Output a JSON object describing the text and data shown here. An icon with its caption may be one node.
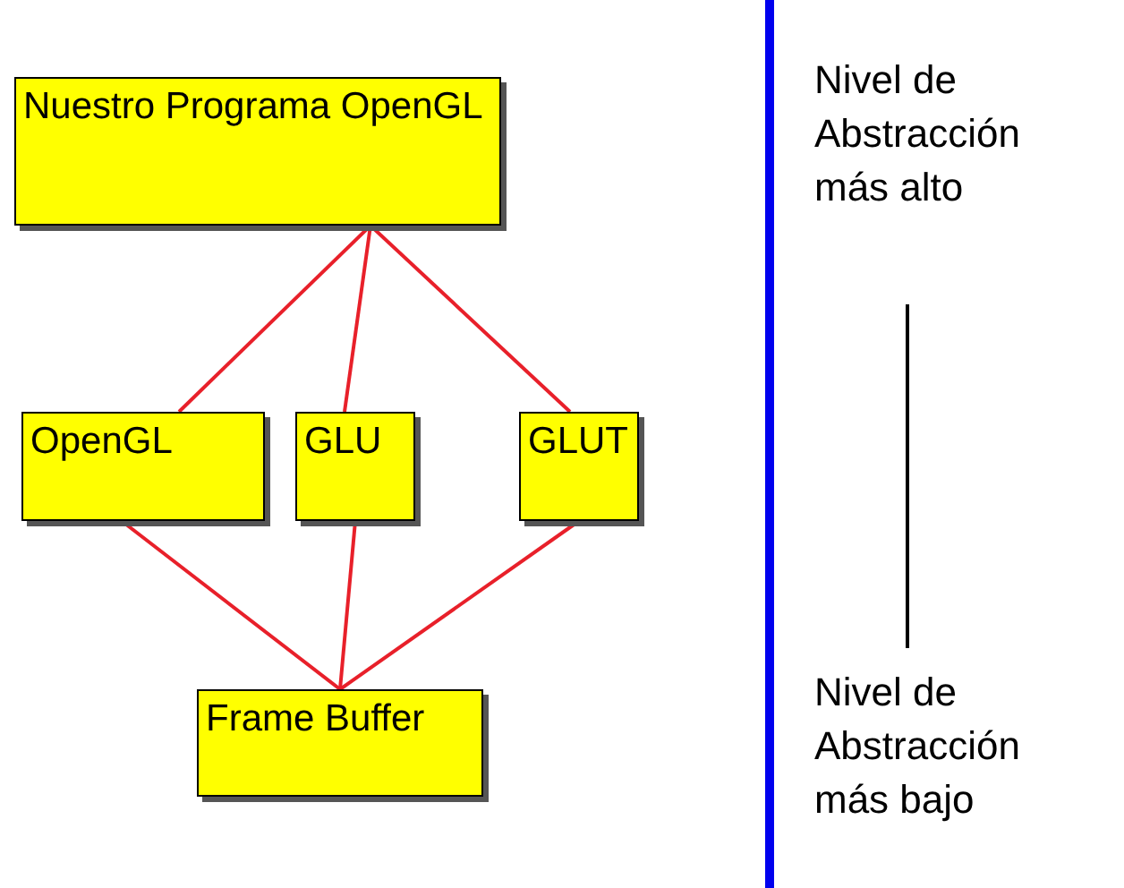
{
  "diagram": {
    "nodes": [
      {
        "text": [
          "Nuestro Programa OpenGL"
        ]
      },
      {
        "text": [
          "OpenGL"
        ]
      },
      {
        "text": [
          "GLU"
        ]
      },
      {
        "text": [
          "GLUT"
        ]
      },
      {
        "text": [
          "Frame Buffer"
        ]
      }
    ],
    "edges": [
      {
        "from": 0,
        "to": 1,
        "arrow": "none"
      },
      {
        "from": 0,
        "to": 2,
        "arrow": "none"
      },
      {
        "from": 0,
        "to": 3,
        "arrow": "none"
      },
      {
        "from": 1,
        "to": 4,
        "arrow": "none"
      },
      {
        "from": 2,
        "to": 4,
        "arrow": "none"
      },
      {
        "from": 3,
        "to": 4,
        "arrow": "none"
      }
    ],
    "labels": [
      "Nivel de Abstracción más alto",
      "Nivel de Abstracción más bajo"
    ]
  }
}
